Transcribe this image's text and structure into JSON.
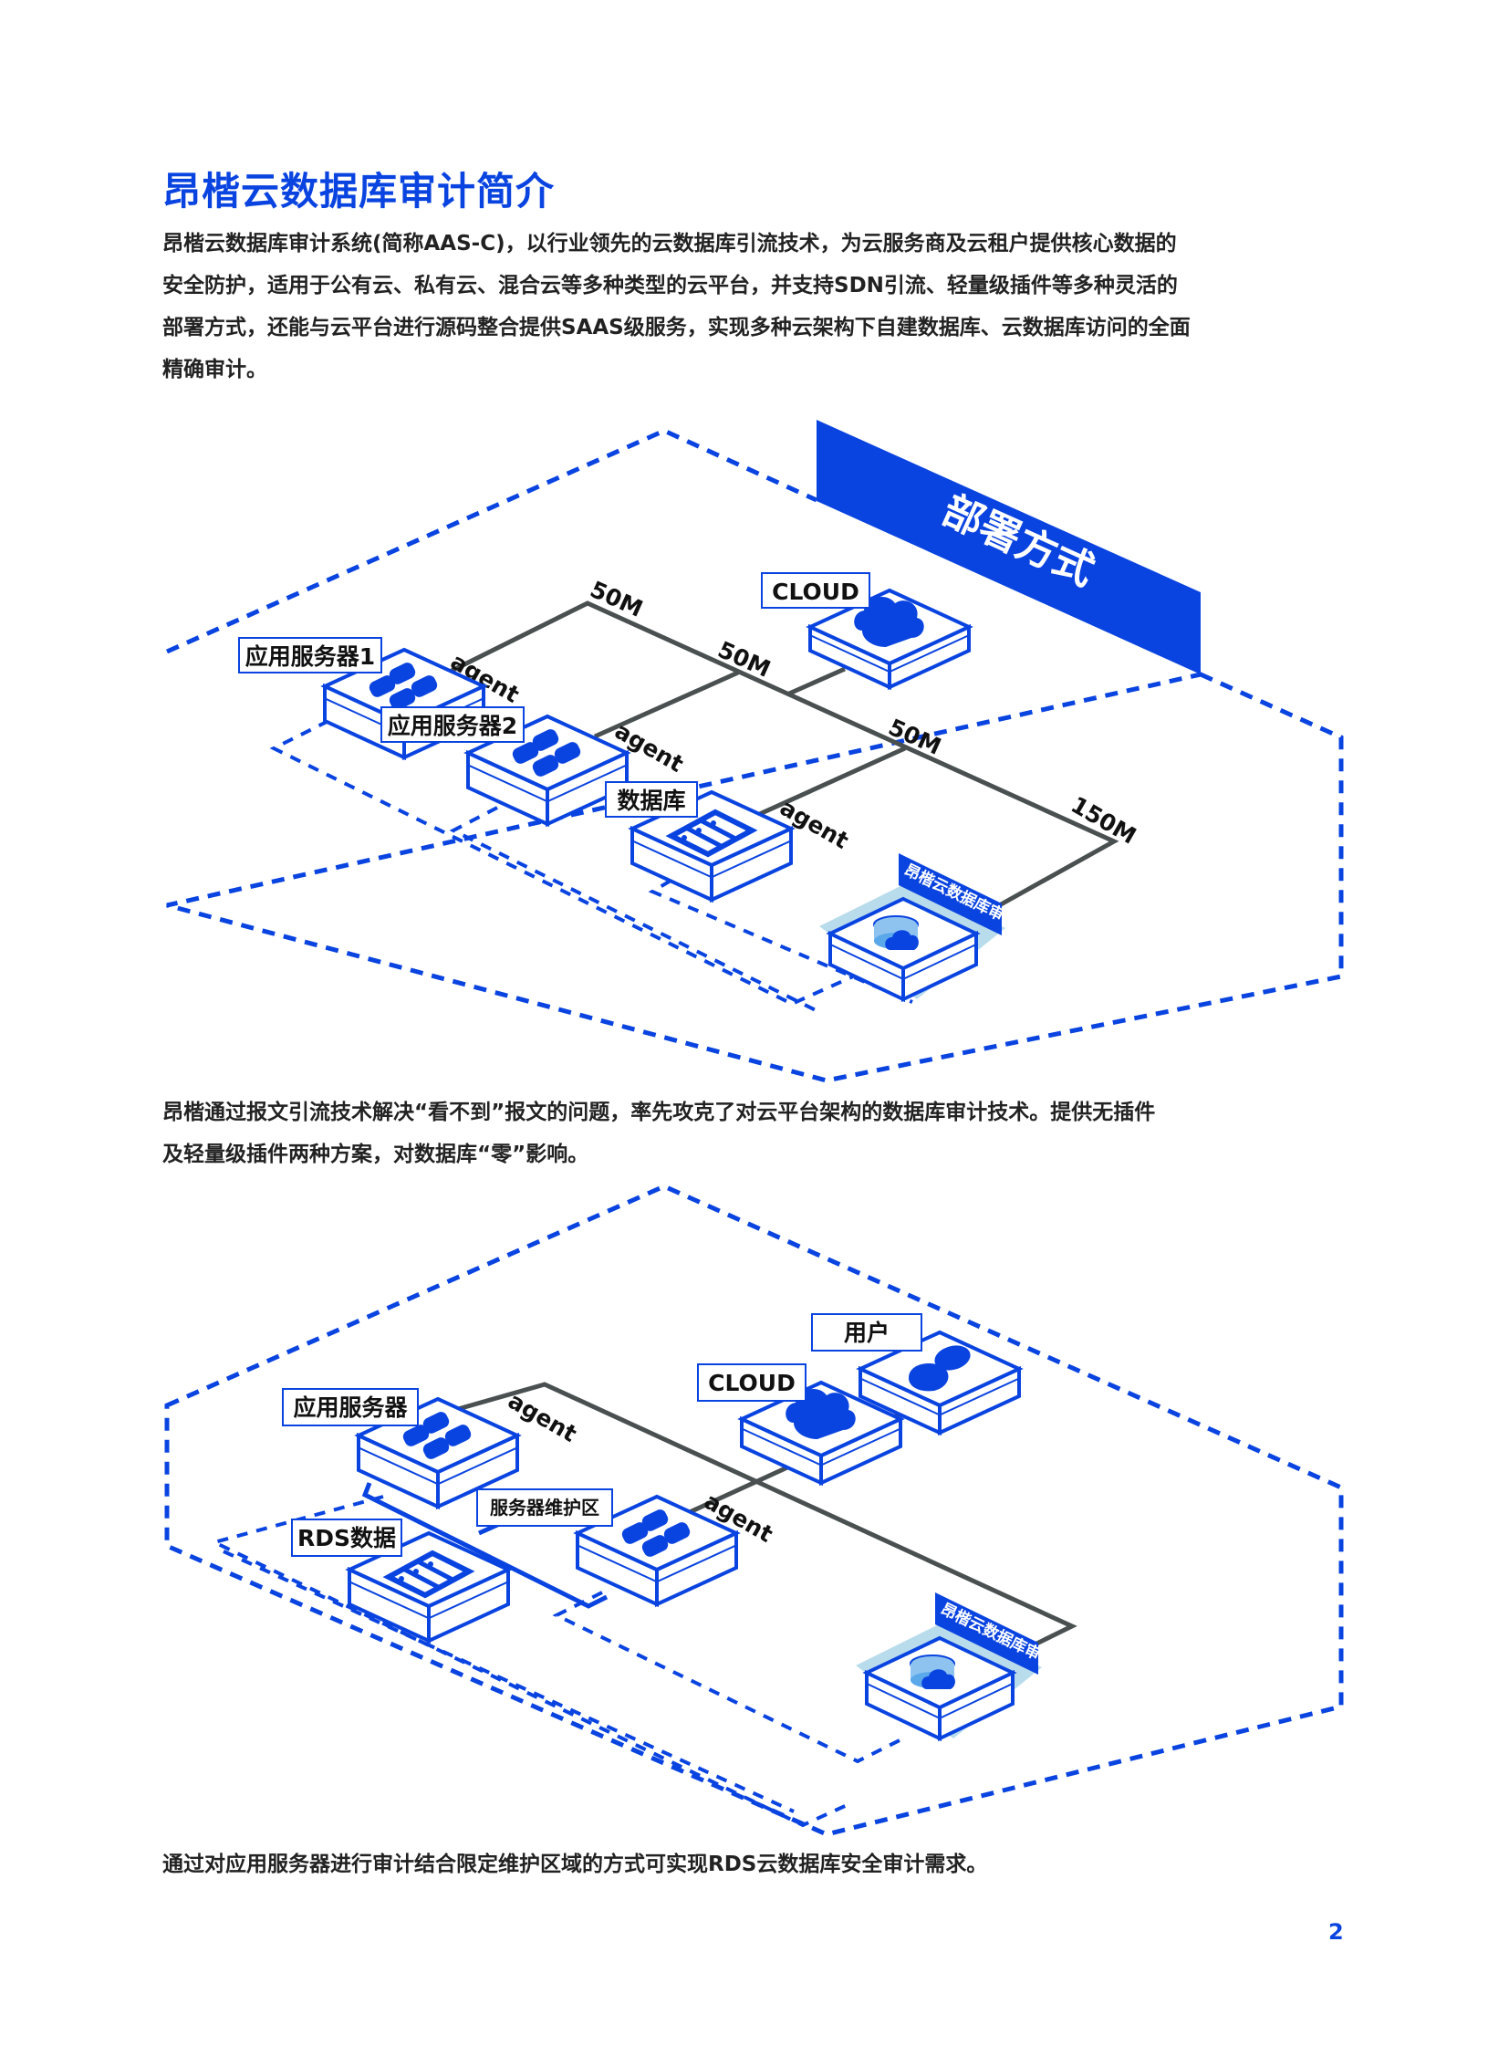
{
  "page": {
    "title": "昂楷云数据库审计简介",
    "intro_lines": [
      "昂楷云数据库审计系统(简称AAS-C)，以行业领先的云数据库引流技术，为云服务商及云租户提供核心数据的",
      "安全防护，适用于公有云、私有云、混合云等多种类型的云平台，并支持SDN引流、轻量级插件等多种灵活的",
      "部署方式，还能与云平台进行源码整合提供SAAS级服务，实现多种云架构下自建数据库、云数据库访问的全面",
      "精确审计。"
    ],
    "middle_lines": [
      "昂楷通过报文引流技术解决“看不到”报文的问题，率先攻克了对云平台架构的数据库审计技术。提供无插件",
      "及轻量级插件两种方案，对数据库“零”影响。"
    ],
    "footer_text": "通过对应用服务器进行审计结合限定维护区域的方式可实现RDS云数据库安全审计需求。",
    "page_number": "2",
    "colors": {
      "brand_blue": "#0a44e0",
      "light_blue": "#b9dcec",
      "network_gray": "#4a5050"
    }
  },
  "diagram1": {
    "banner": "部署方式",
    "nodes": {
      "app_server_1": {
        "label": "应用服务器1",
        "icon": "app-grid-icon"
      },
      "app_server_2": {
        "label": "应用服务器2",
        "icon": "app-grid-icon"
      },
      "database": {
        "label": "数据库",
        "icon": "database-rack-icon"
      },
      "cloud": {
        "label": "CLOUD",
        "icon": "cloud-icon"
      },
      "audit": {
        "label": "昂楷云数据库审计",
        "icon": "database-cloud-icon"
      }
    },
    "agent_label": "agent",
    "bandwidth": [
      "50M",
      "50M",
      "50M",
      "150M"
    ]
  },
  "diagram2": {
    "nodes": {
      "app_server": {
        "label": "应用服务器",
        "icon": "app-grid-icon"
      },
      "maintenance_server": {
        "label": "服务器维护区",
        "icon": "app-grid-icon"
      },
      "rds": {
        "label": "RDS数据",
        "icon": "database-rack-icon"
      },
      "cloud": {
        "label": "CLOUD",
        "icon": "cloud-icon"
      },
      "user": {
        "label": "用户",
        "icon": "user-icon"
      },
      "audit": {
        "label": "昂楷云数据库审计",
        "icon": "database-cloud-icon"
      }
    },
    "agent_label": "agent"
  }
}
